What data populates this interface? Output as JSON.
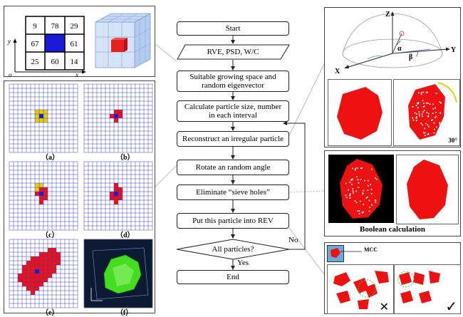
{
  "neighbor_grid": {
    "cells": [
      "9",
      "78",
      "29",
      "67",
      "",
      "61",
      "25",
      "60",
      "14"
    ],
    "axis_y": "y",
    "axis_x": "x",
    "origin": "o"
  },
  "grid_panels": {
    "captions": [
      "（a）",
      "（b）",
      "（c）",
      "（d）",
      "（e）",
      "（f）"
    ]
  },
  "flowchart": {
    "start": "Start",
    "input": "RVE, PSD, W/C",
    "step1_line1": "Suitable growing space and",
    "step1_line2": "random eigenvector",
    "step2_line1": "Calculate particle size, number",
    "step2_line2": "in each interval",
    "step3": "Reconstruct an irregular particle",
    "step4": "Rotate an random angle",
    "step5": "Eliminate “sieve holes”",
    "step6": "Put this particle into REV",
    "decision": "All particles?",
    "no_label": "No",
    "yes_label": "Yes",
    "end": "End"
  },
  "right_panels": {
    "rotation_axes": {
      "z": "Z",
      "y": "Y",
      "x": "X",
      "alpha": "α",
      "beta": "β"
    },
    "angle_label": "30°",
    "boolean_caption": "Boolean calculation",
    "mcc_label": "MCC",
    "reject_mark": "✕",
    "accept_mark": "✓"
  },
  "colors": {
    "grid_line": "#3b3bc8",
    "particle": "#ee1111",
    "seed": "#1a1ad8",
    "highlight": "#e8d000",
    "green_particle": "#44dd22",
    "dark_bg": "#0c1a33"
  }
}
